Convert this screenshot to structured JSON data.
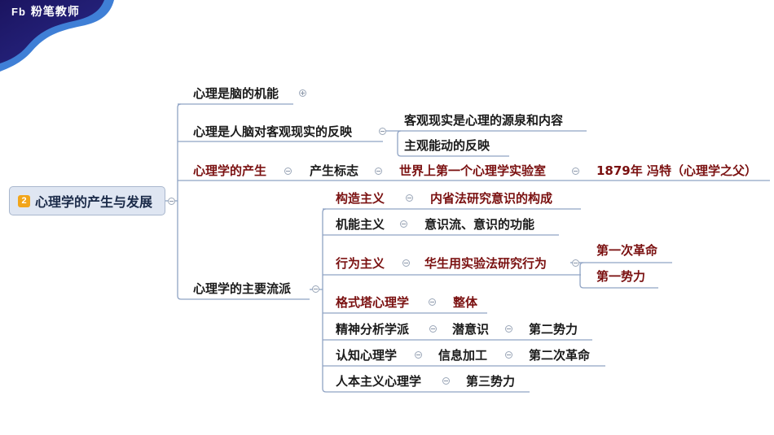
{
  "brand": {
    "logo": "Fb",
    "name": "粉笔教师",
    "colors": {
      "wave_dark": "#1b1460",
      "wave_light": "#3f7fd6"
    }
  },
  "colors": {
    "line": "#8fa3c4",
    "text_default": "#1a1a1a",
    "text_highlight": "#7a1010",
    "root_fill": "#dfe6f2",
    "badge": "#f2a51a"
  },
  "root": {
    "badge": "2",
    "label": "心理学的产生与发展"
  },
  "branches": {
    "b1": {
      "label": "心理是脑的机能"
    },
    "b2": {
      "label": "心理是人脑对客观现实的反映",
      "children": [
        "客观现实是心理的源泉和内容",
        "主观能动的反映"
      ]
    },
    "b3": {
      "label": "心理学的产生",
      "chain": [
        "产生标志",
        "世界上第一个心理学实验室",
        "1879年 冯特（心理学之父）"
      ]
    },
    "b4": {
      "label": "心理学的主要流派",
      "schools": [
        {
          "name": "构造主义",
          "detail": [
            "内省法研究意识的构成"
          ]
        },
        {
          "name": "机能主义",
          "detail": [
            "意识流、意识的功能"
          ]
        },
        {
          "name": "行为主义",
          "detail": [
            "华生用实验法研究行为"
          ],
          "sub": [
            "第一次革命",
            "第一势力"
          ]
        },
        {
          "name": "格式塔心理学",
          "detail": [
            "整体"
          ]
        },
        {
          "name": "精神分析学派",
          "detail": [
            "潜意识",
            "第二势力"
          ]
        },
        {
          "name": "认知心理学",
          "detail": [
            "信息加工",
            "第二次革命"
          ]
        },
        {
          "name": "人本主义心理学",
          "detail": [
            "第三势力"
          ]
        }
      ]
    }
  }
}
